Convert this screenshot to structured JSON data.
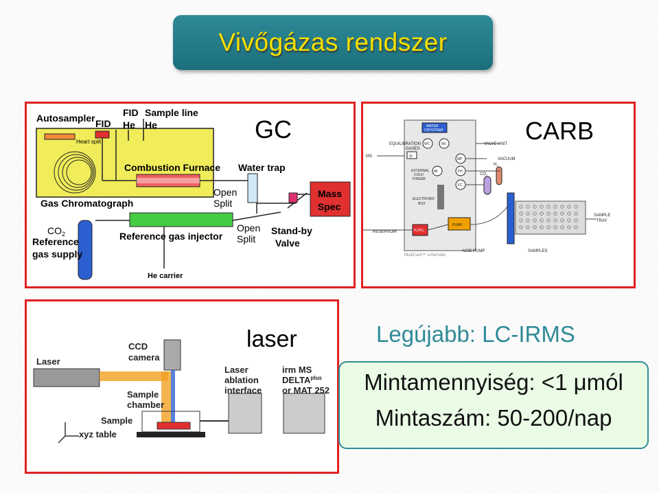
{
  "title": "Vivőgázas rendszer",
  "gc": {
    "label": "GC",
    "autosampler": "Autosampler",
    "fid_top": "FID",
    "fid_he": "FID",
    "he1": "He",
    "sample_line": "Sample line",
    "he2": "He",
    "heart_split": "Heart split",
    "combustion": "Combustion Furnace",
    "water_trap": "Water trap",
    "open_split_1a": "Open",
    "open_split_1b": "Split",
    "mass_spec_a": "Mass",
    "mass_spec_b": "Spec",
    "gas_chrom": "Gas Chromatograph",
    "co2": "CO",
    "co2_sub": "2",
    "reference": "Reference",
    "gas_supply": "gas supply",
    "ref_injector": "Reference gas injector",
    "open_split_2a": "Open",
    "open_split_2b": "Split",
    "standby_a": "Stand-by",
    "standby_b": "Valve",
    "he_carrier": "He carrier"
  },
  "carb": {
    "label": "CARB",
    "equilibration": "EQUILIBRATION",
    "gases": "GASES",
    "water_a": "WATER",
    "water_b": "CRYOTRAP",
    "wc": "WC",
    "wi": "WI",
    "valve_unit": "VALVE UNIT",
    "ms": "MS",
    "si": "SI",
    "mp": "MP",
    "vacuum": "VACUUM",
    "ext_a": "EXTERNAL",
    "ext_b": "COLD",
    "ext_c": "FINGER",
    "mi": "MI",
    "fh": "FH",
    "h2": "H",
    "h2_sub": "2",
    "fc": "FC",
    "co2": "CO",
    "co2_sub": "2",
    "electronic_a": "ELECTRONIC",
    "electronic_b": "BOX",
    "reservoir": "RESERVOIR",
    "h3po4": "H₃PO₄",
    "pump": "PUMP",
    "sample_a": "SAMPLE",
    "sample_b": "TRAY",
    "schematic": "MultiCarb™ schematic",
    "acid_pump": "ACID PUMP",
    "samples": "SAMPLES"
  },
  "laser": {
    "label": "laser",
    "laser_text": "Laser",
    "ccd_a": "CCD",
    "ccd_b": "camera",
    "ablation_a": "Laser",
    "ablation_b": "ablation",
    "ablation_c": "interface",
    "irm_a": "irm MS",
    "irm_b": "DELTA",
    "irm_sup": "plus",
    "irm_c": "or MAT 252",
    "chamber_a": "Sample",
    "chamber_b": "chamber",
    "sample": "Sample",
    "xyz": "xyz table"
  },
  "lcirms": "Legújabb: LC-IRMS",
  "info": {
    "line1": "Mintamennyiség: <1 μmól",
    "line2": "Mintaszám: 50-200/nap"
  }
}
